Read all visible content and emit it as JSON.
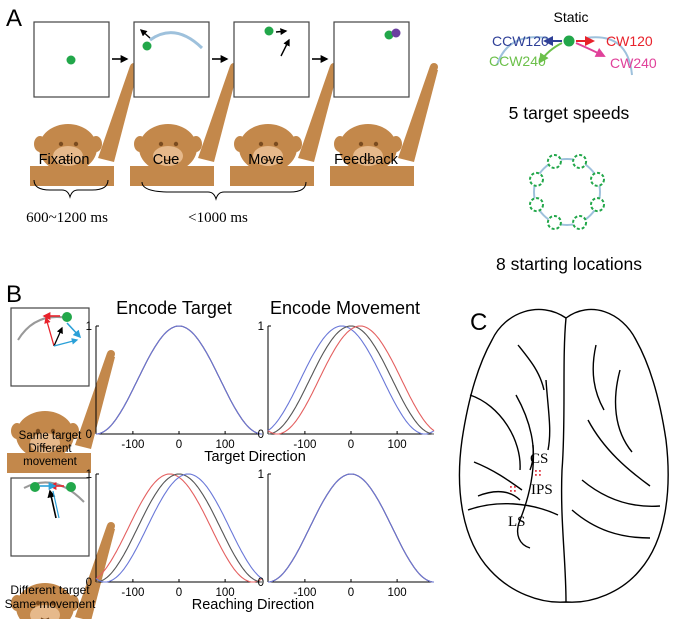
{
  "panel_a": {
    "letter": "A",
    "stages": [
      "Fixation",
      "Cue",
      "Move",
      "Feedback"
    ],
    "timing": {
      "fixation": "600~1200 ms",
      "cue_move": "<1000 ms"
    },
    "speeds": {
      "static": "Static",
      "ccw120": "CCW120",
      "ccw240": "CCW240",
      "cw120": "CW120",
      "cw240": "CW240",
      "caption": "5 target speeds"
    },
    "locations_caption": "8 starting locations"
  },
  "panel_b": {
    "letter": "B",
    "col_titles": [
      "Encode Target",
      "Encode Movement"
    ],
    "row_labels": [
      [
        "Same target",
        "Different",
        "movement"
      ],
      [
        "Different target",
        "Same movement"
      ]
    ],
    "xlabels": [
      "Target Direction",
      "Reaching Direction"
    ],
    "xticks": [
      "-100",
      "0",
      "100"
    ],
    "yticks": [
      "0",
      "1"
    ]
  },
  "panel_c": {
    "letter": "C",
    "labels": {
      "cs": "CS",
      "ips": "IPS",
      "ls": "LS"
    }
  },
  "colors": {
    "fur": "#c3884b",
    "target": "#22a74a",
    "ring": "#9ec1dc",
    "ccw120": "#2e3f97",
    "ccw240": "#6cc04a",
    "cw120": "#e8222b",
    "cw240": "#e0419a",
    "feedback": "#6b3fa0",
    "curve_red": "#e46060",
    "curve_blue": "#6a78d8",
    "curve_gray": "#555555"
  },
  "chart_data": [
    {
      "type": "line",
      "title": "Encode Target",
      "xlabel": "",
      "xlim": [
        -180,
        180
      ],
      "ylim": [
        0,
        1
      ],
      "xticks": [
        -100,
        0,
        100
      ],
      "yticks": [
        0,
        1
      ],
      "curve": "cosine tuning",
      "series": [
        {
          "color": "red",
          "peak_x": 0,
          "peak_y": 1
        },
        {
          "color": "gray",
          "peak_x": 0,
          "peak_y": 1
        },
        {
          "color": "blue",
          "peak_x": 0,
          "peak_y": 1
        }
      ]
    },
    {
      "type": "line",
      "title": "Encode Movement",
      "xlabel": "",
      "xlim": [
        -180,
        180
      ],
      "ylim": [
        0,
        1
      ],
      "xticks": [
        -100,
        0,
        100
      ],
      "yticks": [
        0,
        1
      ],
      "curve": "cosine tuning",
      "series": [
        {
          "color": "blue",
          "peak_x": -20,
          "peak_y": 1
        },
        {
          "color": "gray",
          "peak_x": 0,
          "peak_y": 1
        },
        {
          "color": "red",
          "peak_x": 20,
          "peak_y": 1
        }
      ]
    },
    {
      "type": "line",
      "title": "",
      "xlabel": "Target Direction",
      "xlim": [
        -180,
        180
      ],
      "ylim": [
        0,
        1
      ],
      "xticks": [
        -100,
        0,
        100
      ],
      "yticks": [
        0,
        1
      ],
      "curve": "cosine tuning",
      "series": [
        {
          "color": "red",
          "peak_x": -20,
          "peak_y": 1
        },
        {
          "color": "gray",
          "peak_x": 0,
          "peak_y": 1
        },
        {
          "color": "blue",
          "peak_x": 20,
          "peak_y": 1
        }
      ]
    },
    {
      "type": "line",
      "title": "",
      "xlabel": "Reaching Direction",
      "xlim": [
        -180,
        180
      ],
      "ylim": [
        0,
        1
      ],
      "xticks": [
        -100,
        0,
        100
      ],
      "yticks": [
        0,
        1
      ],
      "curve": "cosine tuning",
      "series": [
        {
          "color": "red",
          "peak_x": 0,
          "peak_y": 1
        },
        {
          "color": "gray",
          "peak_x": 0,
          "peak_y": 1
        },
        {
          "color": "blue",
          "peak_x": 0,
          "peak_y": 1
        }
      ]
    }
  ]
}
